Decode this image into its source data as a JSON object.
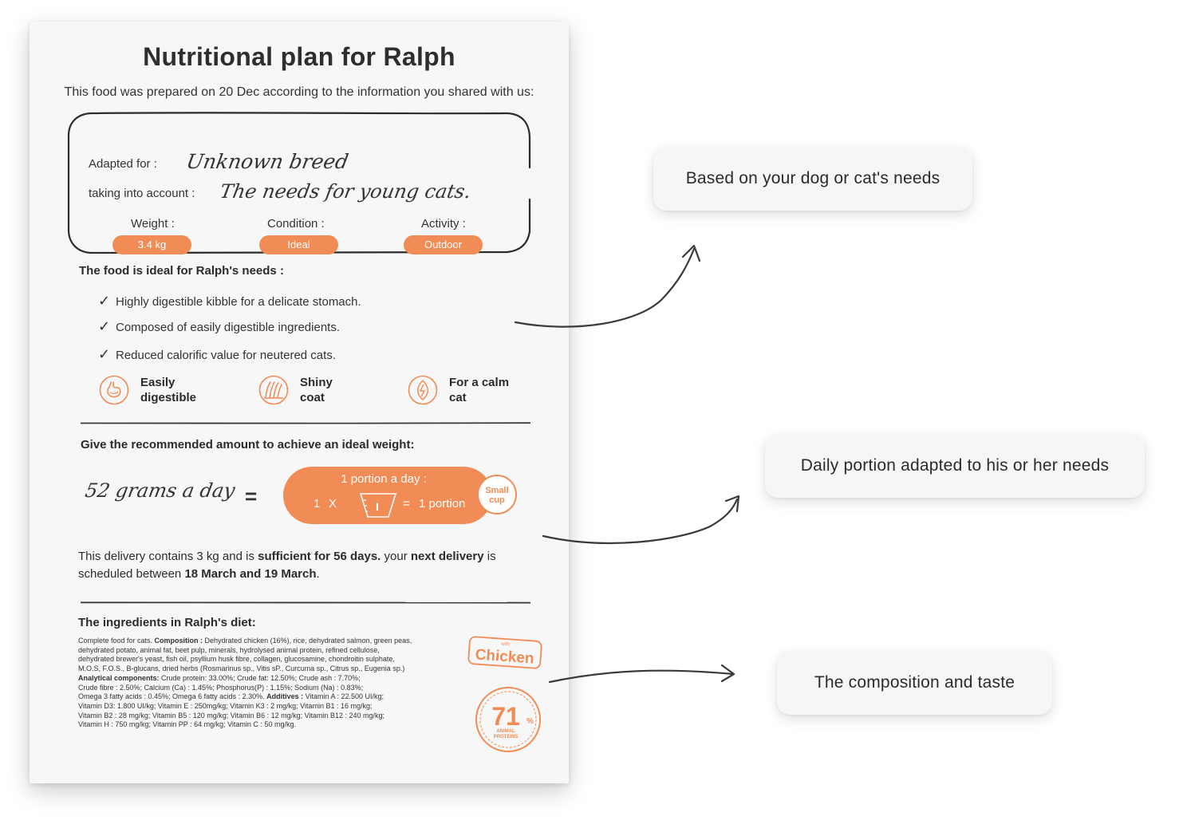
{
  "plan": {
    "title": "Nutritional plan for Ralph",
    "subtitle": "This food was prepared on 20 Dec according to the information you shared with us:"
  },
  "profile": {
    "adapted_label": "Adapted for :",
    "adapted_value": "Unknown breed",
    "account_label": "taking into account :",
    "account_value": "The needs for young cats.",
    "weight_label": "Weight :",
    "weight_value": "3.4 kg",
    "condition_label": "Condition :",
    "condition_value": "Ideal",
    "activity_label": "Activity :",
    "activity_value": "Outdoor"
  },
  "ideal": {
    "heading": "The food is ideal for Ralph's needs :",
    "checks": [
      "Highly digestible kibble for a delicate stomach.",
      "Composed of easily digestible ingredients.",
      "Reduced calorific value for neutered cats."
    ],
    "benefits": [
      {
        "line1": "Easily",
        "line2": "digestible",
        "icon": "stomach-icon"
      },
      {
        "line1": "Shiny",
        "line2": "coat",
        "icon": "fur-icon"
      },
      {
        "line1": "For a calm",
        "line2": "cat",
        "icon": "calm-icon"
      }
    ]
  },
  "amount": {
    "heading": "Give the recommended amount to achieve an ideal weight:",
    "grams": "52 grams a day",
    "equals": "=",
    "portion_title": "1 portion a day :",
    "count": "1",
    "times": "X",
    "cup_mark": "I",
    "equals_small": "=",
    "result": "1 portion",
    "cup_line1": "Small",
    "cup_line2": "cup"
  },
  "delivery": {
    "p1": "This delivery contains 3 kg and is ",
    "b1": "sufficient for 56 days.",
    "p2": " your ",
    "b2": "next delivery",
    "p3": " is scheduled between ",
    "b3": "18 March and  19 March",
    "p4": "."
  },
  "ingredients": {
    "heading": "The ingredients in Ralph's diet:",
    "l1a": "Complete food for cats. ",
    "l1b": "Composition :",
    "l1c": " Dehydrated chicken (16%), rice, dehydrated salmon, green peas,",
    "l2": "dehydrated potato, animal fat, beet pulp, minerals, hydrolysed animal protein, refined cellulose,",
    "l3": "dehydrated brewer's yeast, fish oil, psyllium husk fibre, collagen, glucosamine, chondroitin sulphate,",
    "l4": "M.O.S, F.O.S., B-glucans, dried herbs (Rosmarinus sp., Vitis sP., Curcuma sp., Citrus sp., Eugenia sp.)",
    "l5a": "Analytical components:",
    "l5b": " Crude protein: 33.00%; Crude fat: 12.50%; Crude ash : 7.70%;",
    "l6": "Crude fibre : 2.50%; Calcium (Ca) : 1.45%; Phosphorus(P) : 1.15%; Sodium (Na) : 0.83%;",
    "l7a": "Omega 3 fatty acids : 0.45%; Omega 6 fatty acids : 2.30%. ",
    "l7b": "Additives :",
    "l7c": " Vitamin A : 22.500 UI/kg;",
    "l8": "Vitamin D3: 1.800 UI/kg; Vitamin E : 250mg/kg; Vitamin K3 : 2 mg/kg; Vitamin B1 : 16 mg/kg;",
    "l9": "Vitamin B2 : 28 mg/kg; Vitamin B5 : 120 mg/kg; Vitamin B6 : 12 mg/kg; Vitamin B12 : 240 mg/kg;",
    "l10": "Vitamin H : 750 mg/kg; Vitamin PP : 64 mg/kg; Vitamin C : 50 mg/kg.",
    "badge_small": "with",
    "badge_main": "Chicken",
    "percent": "71",
    "percent_sign": "%",
    "protein_l1": "ANIMAL",
    "protein_l2": "PROTEINS"
  },
  "callouts": {
    "needs": "Based on your dog or cat's needs",
    "portion": "Daily portion adapted to his or her needs",
    "composition": "The composition and taste"
  },
  "colors": {
    "accent": "#f28c56",
    "ink": "#2b2b2b",
    "paper": "#f7f7f7"
  }
}
